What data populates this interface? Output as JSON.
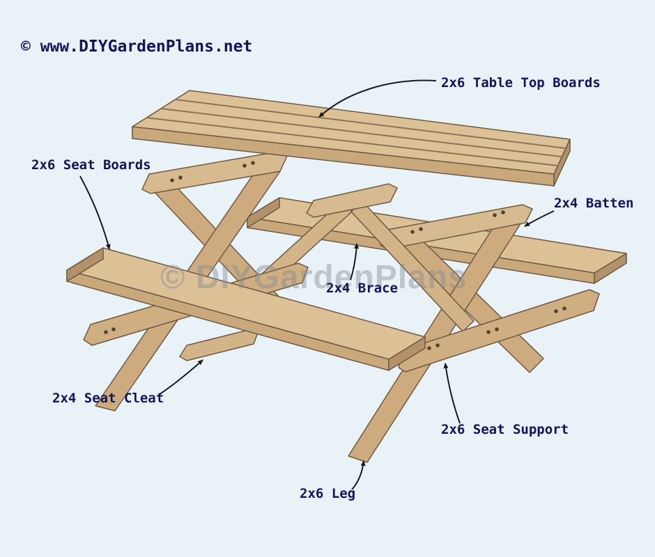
{
  "branding": {
    "copyright": "© www.DIYGardenPlans.net",
    "watermark": "© DIYGardenPlans"
  },
  "labels": {
    "table_top_boards": "2x6 Table Top Boards",
    "seat_boards": "2x6 Seat Boards",
    "batten": "2x4 Batten",
    "brace": "2x4 Brace",
    "seat_cleat": "2x4 Seat Cleat",
    "seat_support": "2x6 Seat Support",
    "leg": "2x6 Leg"
  },
  "colors": {
    "background": "#e9f2f7",
    "wood_top": "#dcc096",
    "wood_front": "#c9a97b",
    "wood_end": "#b3916a",
    "outline": "#6e5944",
    "label_text": "#14145a",
    "arrow": "#1a1a1a",
    "watermark": "#7e8a92",
    "screw": "#55422f"
  }
}
